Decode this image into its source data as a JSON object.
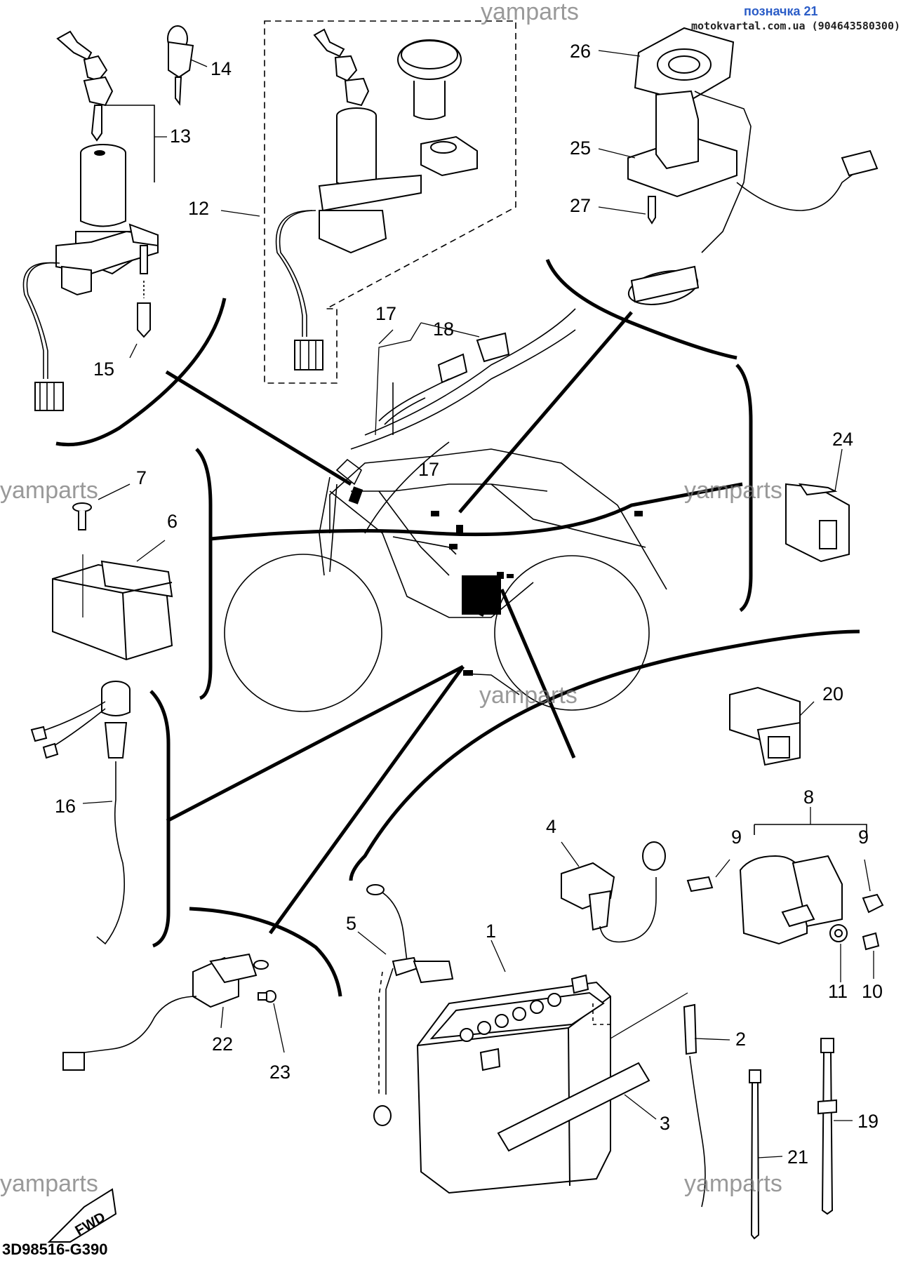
{
  "header": {
    "title": "позначка 21",
    "site": "motokvartal.com.ua (904643580300)"
  },
  "watermark": "yamparts",
  "diagram_code": "3D98516-G390",
  "fwd_label": "FWD",
  "callouts": {
    "c1": "1",
    "c2": "2",
    "c3": "3",
    "c4": "4",
    "c5": "5",
    "c6": "6",
    "c7": "7",
    "c8": "8",
    "c9a": "9",
    "c9b": "9",
    "c10": "10",
    "c11": "11",
    "c12": "12",
    "c13": "13",
    "c14": "14",
    "c15": "15",
    "c16": "16",
    "c17a": "17",
    "c17b": "17",
    "c18": "18",
    "c19": "19",
    "c20": "20",
    "c21": "21",
    "c22": "22",
    "c23": "23",
    "c24": "24",
    "c25": "25",
    "c26": "26",
    "c27": "27"
  }
}
